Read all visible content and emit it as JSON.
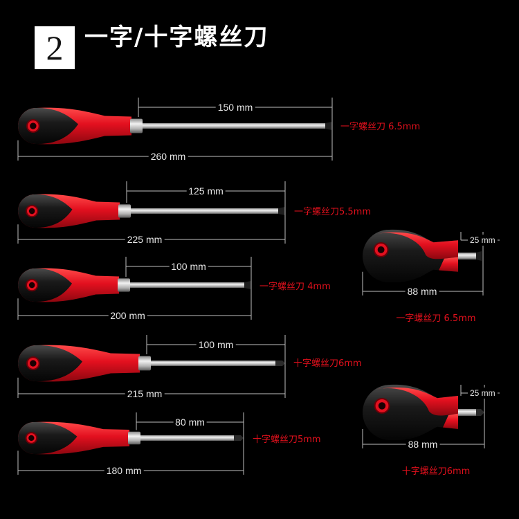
{
  "header": {
    "badge_number": "2",
    "title": "一字/十字螺丝刀"
  },
  "colors": {
    "background": "#000000",
    "handle_red": "#e3101f",
    "handle_black": "#141414",
    "label_red": "#e0101c",
    "dimension_line": "#bfbfbf"
  },
  "screwdrivers": [
    {
      "shaft_length": "150 mm",
      "total_length": "260 mm",
      "label": "一字螺丝刀 6.5mm",
      "tip": "slotted"
    },
    {
      "shaft_length": "125 mm",
      "total_length": "225 mm",
      "label": "一字螺丝刀5.5mm",
      "tip": "slotted"
    },
    {
      "shaft_length": "100 mm",
      "total_length": "200 mm",
      "label": "一字螺丝刀 4mm",
      "tip": "slotted"
    },
    {
      "shaft_length": "100 mm",
      "total_length": "215 mm",
      "label": "十字螺丝刀6mm",
      "tip": "phillips"
    },
    {
      "shaft_length": "80 mm",
      "total_length": "180 mm",
      "label": "十字螺丝刀5mm",
      "tip": "phillips"
    }
  ],
  "stubby": [
    {
      "shaft_length": "25 mm",
      "total_length": "88 mm",
      "label": "一字螺丝刀 6.5mm",
      "tip": "slotted"
    },
    {
      "shaft_length": "25 mm",
      "total_length": "88 mm",
      "label": "十字螺丝刀6mm",
      "tip": "phillips"
    }
  ]
}
